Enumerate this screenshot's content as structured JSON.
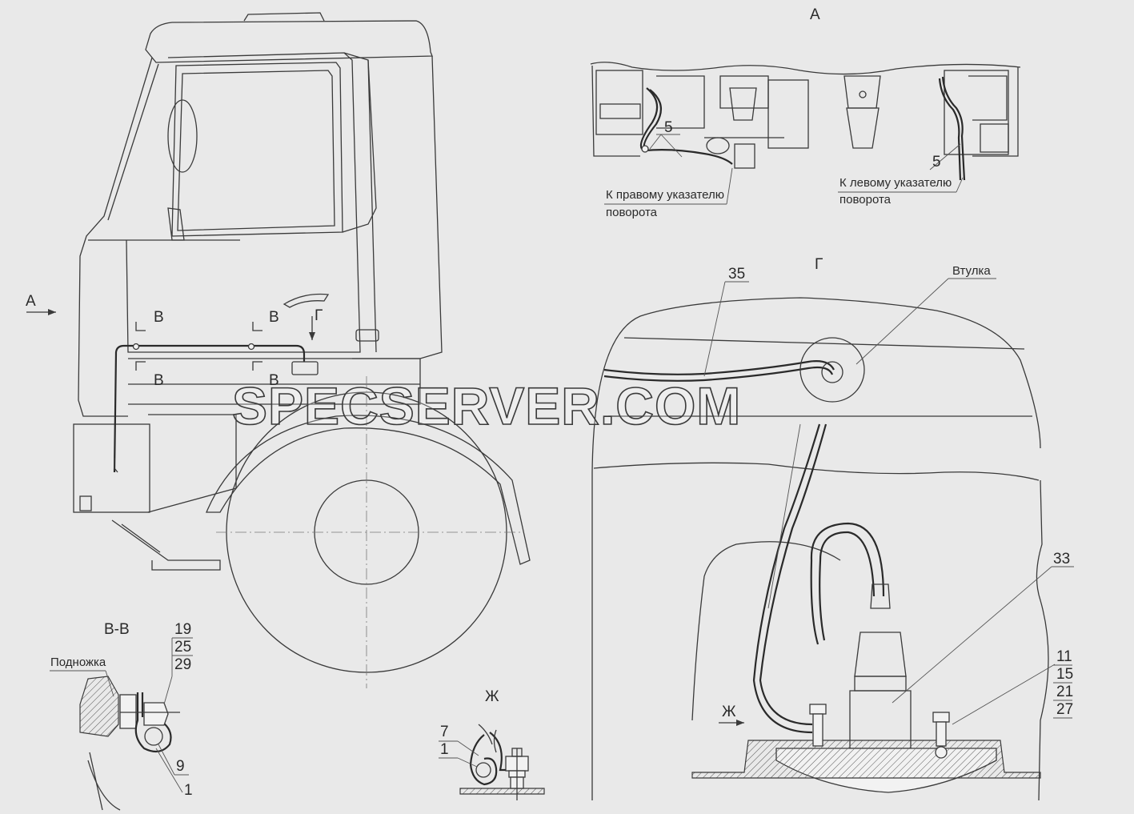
{
  "views": {
    "a": {
      "title": "А",
      "label_right": "К правому указателю поворота",
      "label_right_l1": "К правому указателю",
      "label_right_l2": "поворота",
      "label_left_l1": "К левому указателю",
      "label_left_l2": "поворота",
      "pos5a": "5",
      "pos5b": "5"
    },
    "g": {
      "title": "Г",
      "pos35": "35",
      "bushing": "Втулка",
      "pos33": "33",
      "stack": [
        "11",
        "15",
        "21",
        "27"
      ],
      "arrow_zh": "Ж"
    },
    "cab": {
      "arrow_a": "А",
      "arrow_g": "Г",
      "cut_marks": [
        "В",
        "В",
        "В",
        "В"
      ]
    },
    "vv": {
      "title": "В-В",
      "step": "Подножка",
      "stack": [
        "19",
        "25",
        "29"
      ],
      "pos9": "9",
      "pos1": "1"
    },
    "zh": {
      "title": "Ж",
      "pos7": "7",
      "pos1": "1"
    }
  },
  "watermark": "SPECSERVER.COM",
  "colors": {
    "background": "#e9e9e9",
    "line": "#3a3a3a"
  }
}
